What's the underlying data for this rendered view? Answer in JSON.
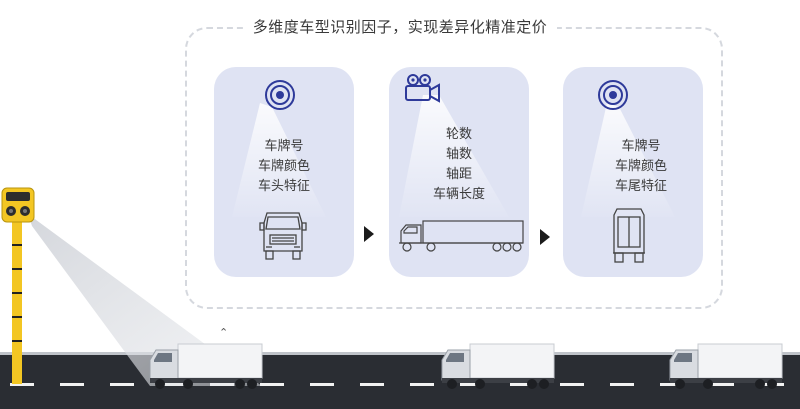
{
  "title": "多维度车型识别因子，实现差异化精准定价",
  "cards": [
    {
      "icon": "lens-icon",
      "lines": [
        "车牌号",
        "车牌颜色",
        "车头特征"
      ]
    },
    {
      "icon": "video-camera-icon",
      "lines": [
        "轮数",
        "轴数",
        "轴距",
        "车辆长度"
      ]
    },
    {
      "icon": "lens-icon",
      "lines": [
        "车牌号",
        "车牌颜色",
        "车尾特征"
      ]
    }
  ],
  "colors": {
    "card_bg": "#dfe3f3",
    "icon_blue": "#2e3a9a",
    "pole_yellow": "#f3c623",
    "road": "#2a2d33"
  }
}
